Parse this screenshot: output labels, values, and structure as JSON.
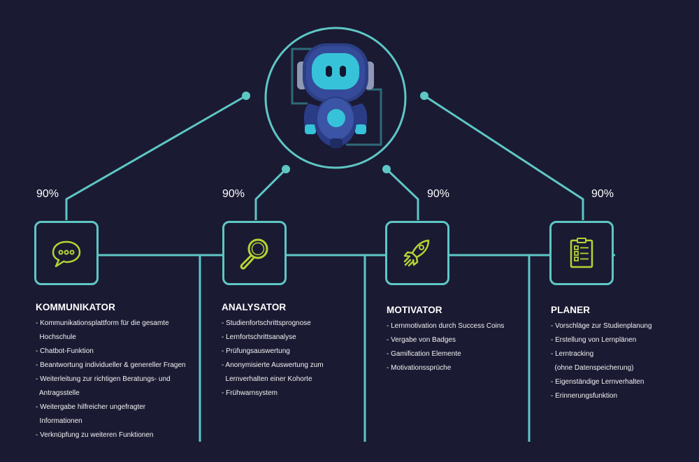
{
  "colors": {
    "background": "#1b1a33",
    "line": "#5ec7c4",
    "icon": "#b5d334",
    "robot_face": "#36c3d9"
  },
  "modules": [
    {
      "percent": "90%",
      "title": "KOMMUNIKATOR",
      "icon": "speech-bubble-icon",
      "items": [
        "- Kommunikationsplattform für die gesamte",
        "  Hochschule",
        "- Chatbot-Funktion",
        "- Beantwortung individueller & genereller Fragen",
        "- Weiterleitung zur richtigen Beratungs- und",
        "  Antragsstelle",
        "- Weitergabe hilfreicher ungefragter",
        "  Informationen",
        "- Verknüpfung zu weiteren Funktionen"
      ]
    },
    {
      "percent": "90%",
      "title": "ANALYSATOR",
      "icon": "magnifier-icon",
      "items": [
        "- Studienfortschrittsprognose",
        "- Lernfortschrittsanalyse",
        "- Prüfungsauswertung",
        "- Anonymisierte Auswertung zum",
        "  Lernverhalten einer Kohorte",
        "- Frühwarnsystem"
      ]
    },
    {
      "percent": "90%",
      "title": "MOTIVATOR",
      "icon": "rocket-icon",
      "items": [
        "- Lernmotivation durch Success Coins",
        "- Vergabe von Badges",
        "- Gamification Elemente",
        "- Motivationssprüche"
      ]
    },
    {
      "percent": "90%",
      "title": "PLANER",
      "icon": "checklist-icon",
      "items": [
        "- Vorschläge zur Studienplanung",
        "- Erstellung von Lernplänen",
        "- Lerntracking",
        "  (ohne Datenspeicherung)",
        "- Eigenständige Lernverhalten",
        "- Erinnerungsfunktion"
      ]
    }
  ]
}
